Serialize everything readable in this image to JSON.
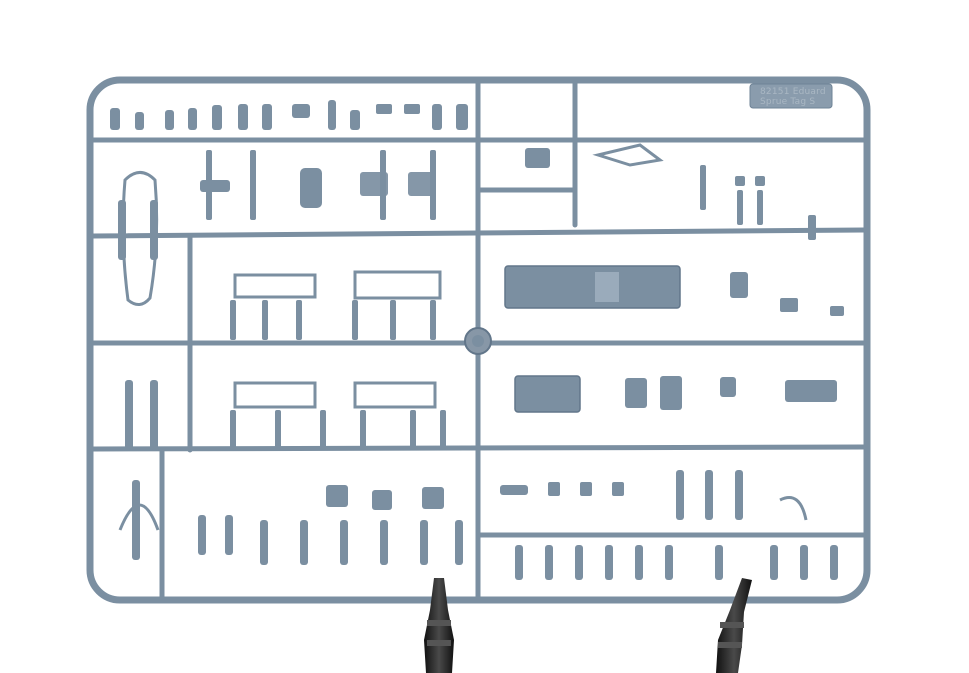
{
  "photo": {
    "subject": "sprue",
    "colors": {
      "background": "#ffffff",
      "plastic": "#7b8fa1",
      "plastic_dark": "#62768a",
      "plastic_light": "#9aabbb",
      "clamp": "#2a2a2a"
    }
  },
  "sprue_tag": {
    "line1": "82151 Eduard",
    "line2": "Sprue Tag S"
  }
}
